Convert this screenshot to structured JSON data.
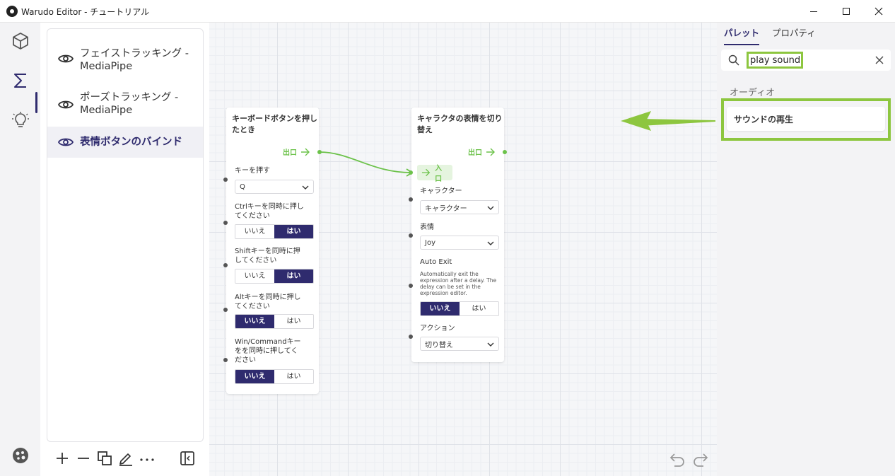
{
  "window": {
    "title": "Warudo Editor - チュートリアル"
  },
  "colors": {
    "accent": "#2f2b6e",
    "flow": "#6cc24a",
    "highlight": "#8dc63f"
  },
  "rail": {
    "icons": [
      "cube-icon",
      "sigma-icon",
      "lightbulb-icon",
      "warudo-logo-icon"
    ]
  },
  "blueprints": {
    "items": [
      {
        "label": "フェイストラッキング - MediaPipe"
      },
      {
        "label": "ポーズトラッキング - MediaPipe"
      },
      {
        "label": "表情ボタンのバインド"
      }
    ]
  },
  "nodes": {
    "keypress": {
      "title_line1": "キーボードボタンを押し",
      "title_line2": "たとき",
      "output_label": "出口",
      "key_label": "キーを押す",
      "key_value": "Q",
      "ctrl_label_1": "Ctrlキーを同時に押し",
      "ctrl_label_2": "てください",
      "shift_label_1": "Shiftキーを同時に押",
      "shift_label_2": "してください",
      "alt_label_1": "Altキーを同時に押し",
      "alt_label_2": "てください",
      "win_label_1": "Win/Commandキー",
      "win_label_2": "をを同時に押してく",
      "win_label_3": "ださい",
      "no": "いいえ",
      "yes": "はい"
    },
    "expression": {
      "title_line1": "キャラクタの表情を切り",
      "title_line2": "替え",
      "output_label": "出口",
      "input_label": "入口",
      "character_label": "キャラクター",
      "character_value": "キャラクター",
      "expression_label": "表情",
      "expression_value": "Joy",
      "auto_exit_label": "Auto Exit",
      "auto_exit_desc_1": "Automatically exit the",
      "auto_exit_desc_2": "expression after a delay. The",
      "auto_exit_desc_3": "delay can be set in the",
      "auto_exit_desc_4": "expression editor.",
      "no": "いいえ",
      "yes": "はい",
      "action_label": "アクション",
      "action_value": "切り替え"
    }
  },
  "palette": {
    "tabs": [
      "パレット",
      "プロパティ"
    ],
    "search_value": "play sound",
    "category": "オーディオ",
    "item": "サウンドの再生"
  }
}
